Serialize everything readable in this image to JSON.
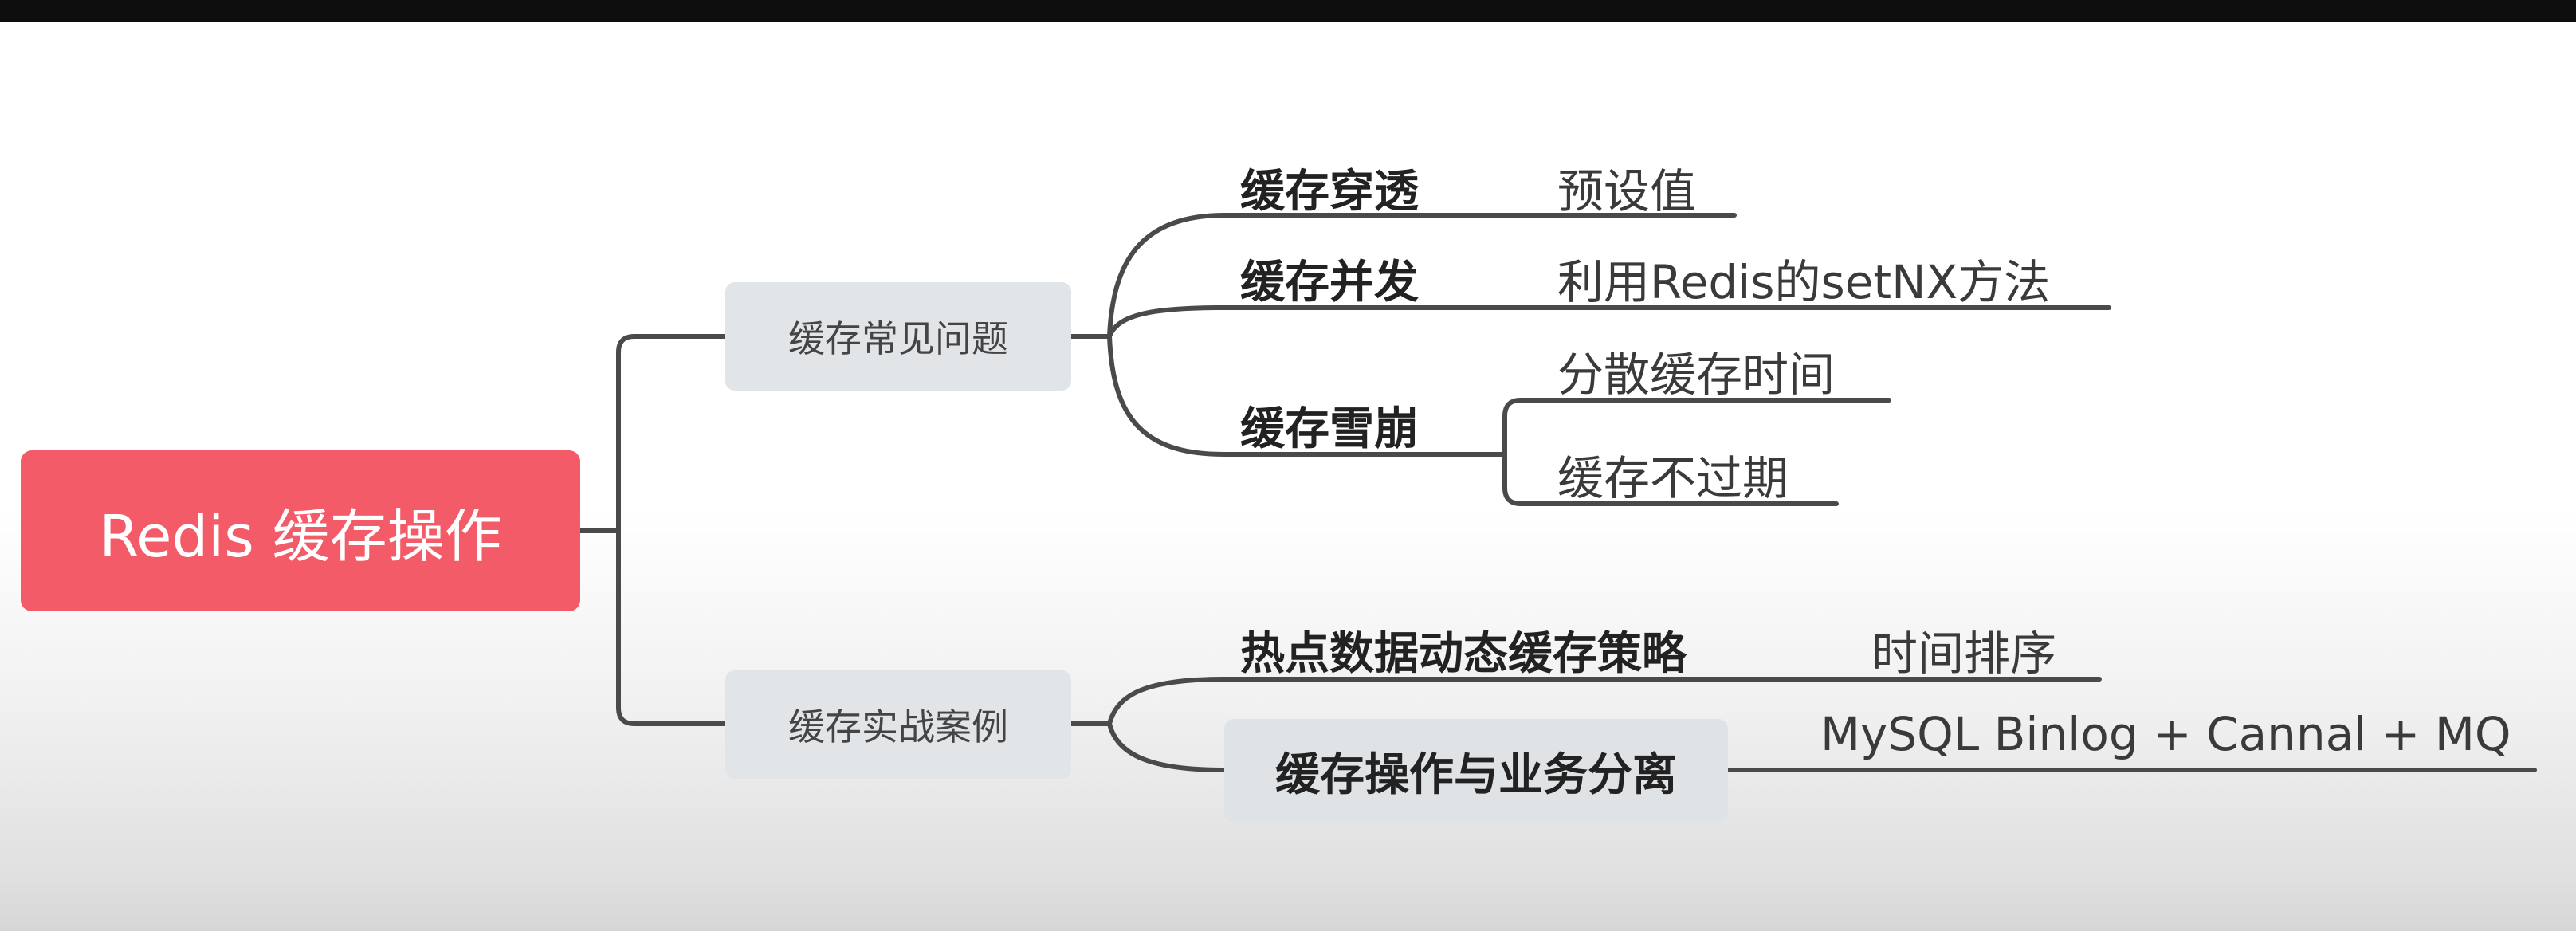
{
  "root": {
    "label": "Redis 缓存操作"
  },
  "branches": [
    {
      "label": "缓存常见问题",
      "items": [
        {
          "label": "缓存穿透",
          "details": [
            "预设值"
          ]
        },
        {
          "label": "缓存并发",
          "details": [
            "利用Redis的setNX方法"
          ]
        },
        {
          "label": "缓存雪崩",
          "details": [
            "分散缓存时间",
            "缓存不过期"
          ]
        }
      ]
    },
    {
      "label": "缓存实战案例",
      "items": [
        {
          "label": "热点数据动态缓存策略",
          "details": [
            "时间排序"
          ]
        },
        {
          "label": "缓存操作与业务分离",
          "details": [
            "MySQL Binlog + Cannal + MQ"
          ]
        }
      ]
    }
  ],
  "colors": {
    "root_fill": "#f45b69",
    "branch_fill": "#e1e5e7",
    "line": "#4a4a4a"
  }
}
